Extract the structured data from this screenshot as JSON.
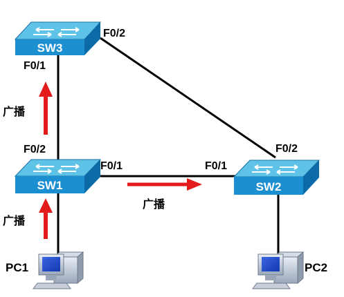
{
  "switches": [
    {
      "id": "sw3",
      "name": "SW3"
    },
    {
      "id": "sw1",
      "name": "SW1"
    },
    {
      "id": "sw2",
      "name": "SW2"
    }
  ],
  "pcs": [
    {
      "id": "pc1",
      "name": "PC1"
    },
    {
      "id": "pc2",
      "name": "PC2"
    }
  ],
  "ports": {
    "sw3_f02": "F0/2",
    "sw3_f01": "F0/1",
    "sw1_f02": "F0/2",
    "sw1_f01": "F0/1",
    "sw2_f01": "F0/1",
    "sw2_f02": "F0/2"
  },
  "broadcast_labels": {
    "sw1_to_sw3": "广播",
    "pc1_to_sw1": "广播",
    "sw1_to_sw2": "广播"
  },
  "colors": {
    "switch_top": "#5fc3e8",
    "switch_front": "#1b8fd0",
    "switch_side": "#0d6aa8",
    "link": "#000000",
    "arrow": "#e31b1b"
  }
}
